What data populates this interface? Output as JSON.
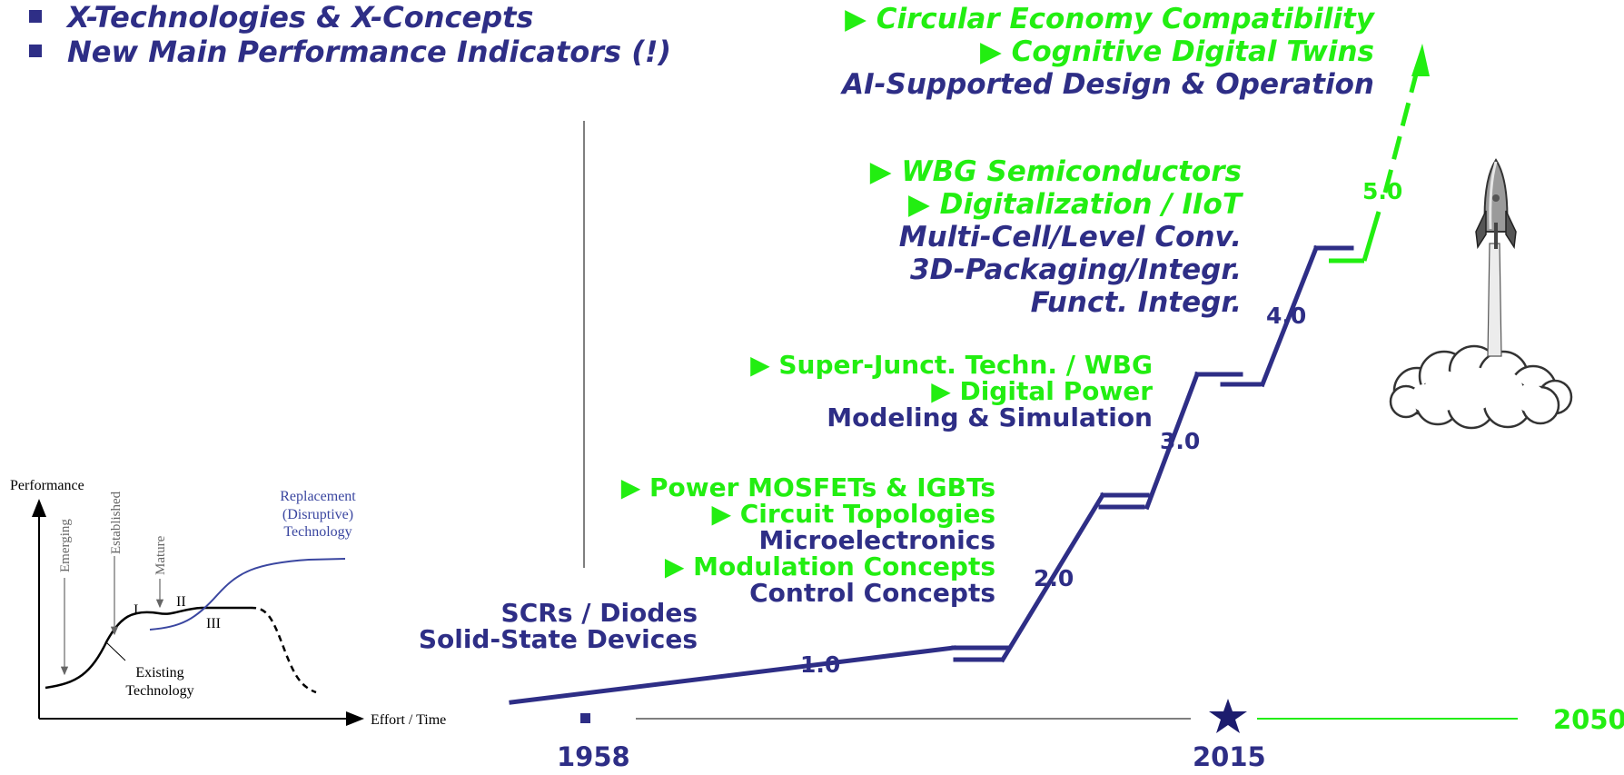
{
  "header": {
    "line1": "X-Technologies  &  X-Concepts",
    "line2": "New Main Performance Indicators (!)"
  },
  "stage_10": {
    "lines": [
      "SCRs / Diodes",
      "Solid-State Devices"
    ]
  },
  "stage_20": {
    "green": [
      "▶ Power MOSFETs & IGBTs",
      "▶ Circuit Topologies"
    ],
    "navy1": "Microelectronics",
    "green2": "▶ Modulation Concepts",
    "navy2": "Control Concepts"
  },
  "stage_30": {
    "green": [
      "▶  Super-Junct. Techn. / WBG",
      "▶ Digital Power"
    ],
    "navy": "Modeling &  Simulation"
  },
  "stage_40": {
    "green": [
      "▶  WBG Semiconductors",
      "▶  Digitalization / IIoT"
    ],
    "navy": [
      "Multi-Cell/Level Conv.",
      "3D-Packaging/Integr.",
      "Funct. Integr."
    ]
  },
  "stage_50": {
    "green": [
      "▶ Circular Economy Compatibility",
      "▶ Cognitive Digital Twins"
    ],
    "navy": "AI-Supported Design & Operation"
  },
  "versions": [
    "1.0",
    "2.0",
    "3.0",
    "4.0",
    "5.0"
  ],
  "timeline": {
    "year_start": "1958",
    "year_mid": "2015",
    "year_end": "2050"
  },
  "scurve": {
    "ylabel": "Performance",
    "xlabel": "Effort / Time",
    "phase_emerging": "Emerging",
    "phase_established": "Established",
    "phase_mature": "Mature",
    "roman": [
      "I",
      "II",
      "III"
    ],
    "replacement": [
      "Replacement",
      "(Disruptive)",
      "Technology"
    ],
    "existing": [
      "Existing",
      "Technology"
    ]
  },
  "icons": [
    "rocket-icon",
    "star-icon",
    "bullet-square-icon",
    "play-triangle-icon"
  ],
  "colors": {
    "navy": "#2e2e86",
    "green": "#22ee11",
    "gray": "#555555"
  }
}
